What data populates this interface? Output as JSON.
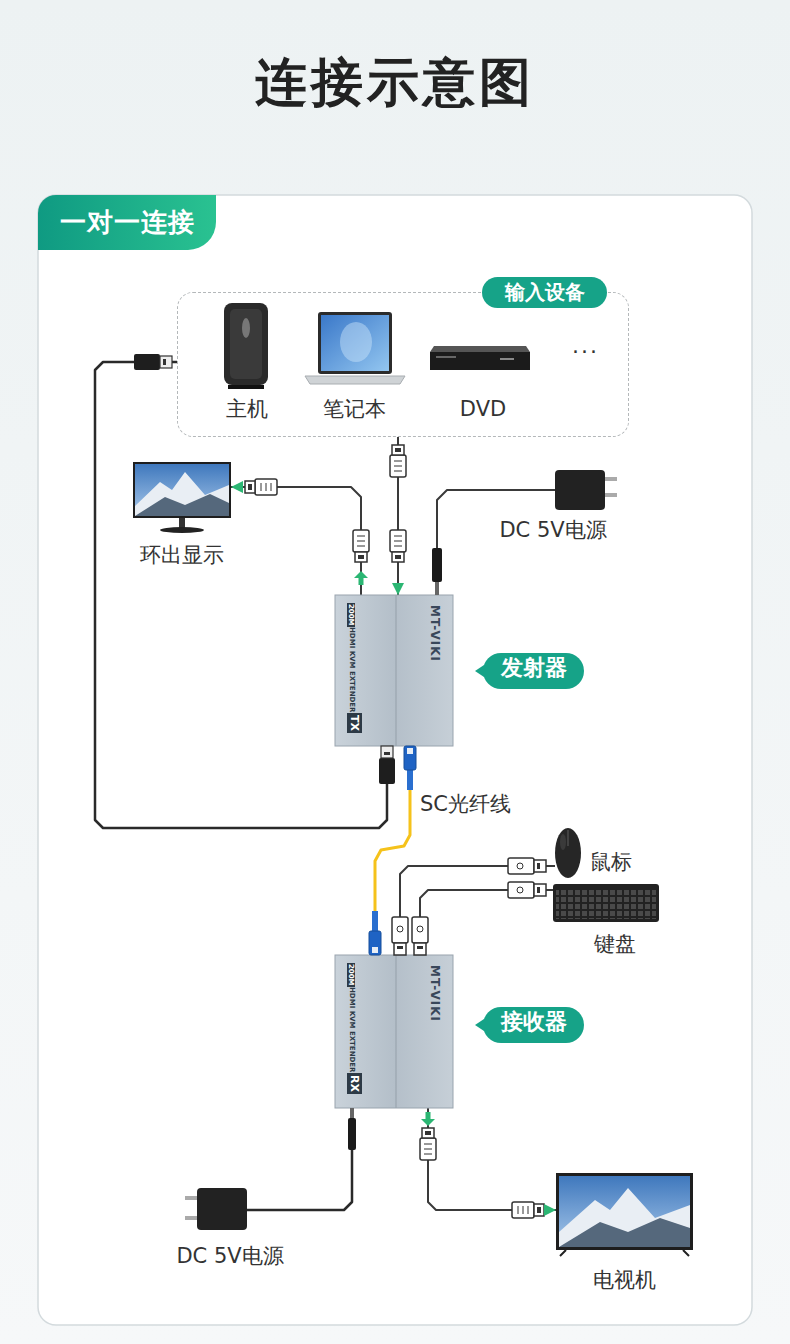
{
  "diagram": {
    "title": "连接示意图",
    "nodes": [
      {
        "text": [
          "一对一连接"
        ]
      },
      {
        "text": [
          "输入设备"
        ]
      },
      {
        "text": [
          "主机"
        ],
        "in": 1
      },
      {
        "text": [
          "笔记本"
        ],
        "in": 1
      },
      {
        "text": [
          "DVD"
        ],
        "in": 1
      },
      {
        "text": [
          "环出显示"
        ]
      },
      {
        "text": [
          "DC 5V电源"
        ]
      },
      {
        "text": [
          "发射器",
          "MT-VIKI",
          "200M",
          "HDMI KVM EXTENDER",
          "TX"
        ]
      },
      {
        "text": [
          "鼠标"
        ]
      },
      {
        "text": [
          "键盘"
        ]
      },
      {
        "text": [
          "接收器",
          "MT-VIKI",
          "200M",
          "HDMI KVM EXTENDER",
          "RX"
        ]
      },
      {
        "text": [
          "DC 5V电源"
        ]
      },
      {
        "text": [
          "电视机"
        ]
      }
    ],
    "edges": [
      {
        "from": 1,
        "to": 7,
        "arrow": "to"
      },
      {
        "from": 7,
        "to": 5,
        "arrow": "to"
      },
      {
        "from": 6,
        "to": 7,
        "arrow": "none"
      },
      {
        "from": 7,
        "to": 1,
        "arrow": "none"
      },
      {
        "from": 7,
        "to": 10,
        "label": "SC光纤线",
        "arrow": "none"
      },
      {
        "from": 8,
        "to": 10,
        "arrow": "none"
      },
      {
        "from": 9,
        "to": 10,
        "arrow": "none"
      },
      {
        "from": 11,
        "to": 10,
        "arrow": "none"
      },
      {
        "from": 10,
        "to": 12,
        "arrow": "to"
      }
    ],
    "labels": [
      "···"
    ]
  }
}
